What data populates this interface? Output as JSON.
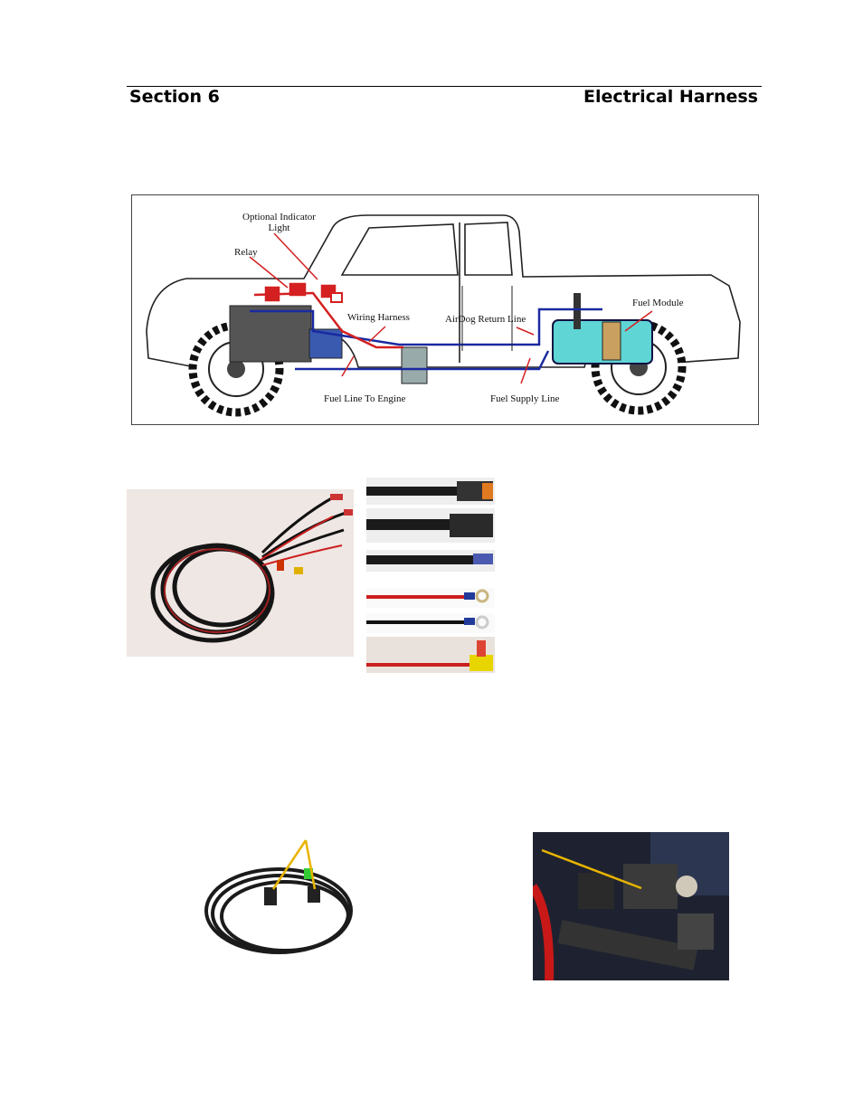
{
  "header": {
    "section": "Section 6",
    "title": "Electrical Harness"
  },
  "diagram": {
    "labels": {
      "indicator_line1": "Optional Indicator",
      "indicator_line2": "Light",
      "relay": "Relay",
      "fuel_module": "Fuel Module",
      "wiring_harness": "Wiring Harness",
      "return_line": "AirDog Return Line",
      "fuel_line_engine": "Fuel Line To Engine",
      "fuel_supply": "Fuel Supply Line"
    },
    "colors": {
      "wire_red": "#d42020",
      "fuel_blue": "#1a2aa0",
      "tank_cyan": "#5fd5d5",
      "arrow_yellow": "#e8b400"
    }
  }
}
